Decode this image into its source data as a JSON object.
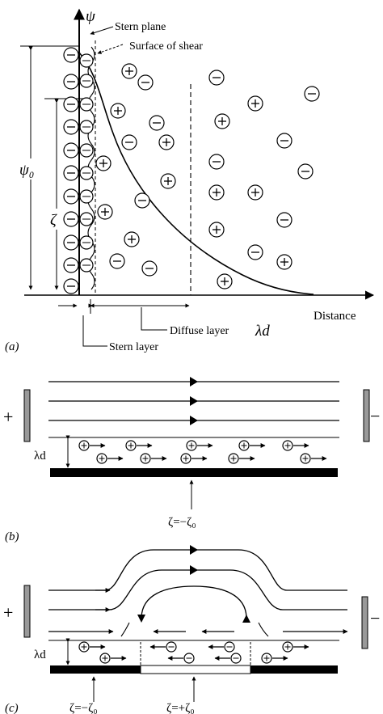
{
  "panel_a": {
    "axis_psi": "ψ",
    "psi0_label": "ψ₀",
    "zeta_label": "ζ",
    "stern_plane": "Stern plane",
    "surface_of_shear": "Surface of shear",
    "distance": "Distance",
    "diffuse_layer": "Diffuse layer",
    "lambda_d": "λd",
    "stern_layer": "Stern layer",
    "panel_label": "(a)"
  },
  "panel_b": {
    "plus": "+",
    "minus": "−",
    "lambda_d": "λd",
    "zeta": "ζ=−ζ₀",
    "panel_label": "(b)"
  },
  "panel_c": {
    "plus": "+",
    "minus": "−",
    "lambda_d": "λd",
    "zeta_left": "ζ=−ζ₀",
    "zeta_mid": "ζ=+ζ₀",
    "panel_label": "(c)"
  }
}
